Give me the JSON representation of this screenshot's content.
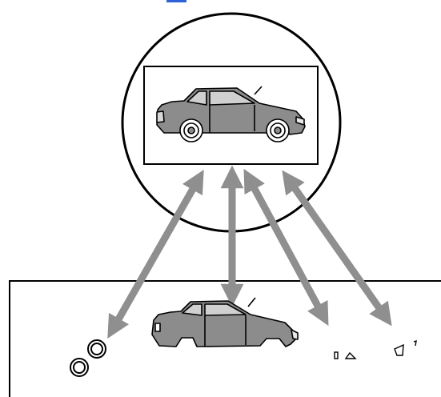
{
  "diagram": {
    "top_cut_mark_color": "#2d63d6",
    "stroke_color": "#000000",
    "body_fill": "#8c8c8c",
    "glass_fill": "#cfcfcf",
    "arrow_color": "#8f8f8f",
    "background": "#ffffff",
    "arrows": [
      {
        "name": "wheels-arrow",
        "direction": "both"
      },
      {
        "name": "body-arrow",
        "direction": "both"
      },
      {
        "name": "small-parts-arrow",
        "direction": "both"
      },
      {
        "name": "window-parts-arrow",
        "direction": "both"
      }
    ],
    "parts": [
      {
        "name": "wheel-front",
        "icon": "wheel-icon"
      },
      {
        "name": "wheel-rear",
        "icon": "wheel-icon"
      },
      {
        "name": "car-body-shell",
        "icon": "car-body-icon"
      },
      {
        "name": "small-part-1",
        "icon": "part-icon"
      },
      {
        "name": "small-part-2",
        "icon": "part-icon"
      },
      {
        "name": "window-part-1",
        "icon": "part-icon"
      },
      {
        "name": "window-part-2",
        "icon": "part-icon"
      }
    ]
  }
}
